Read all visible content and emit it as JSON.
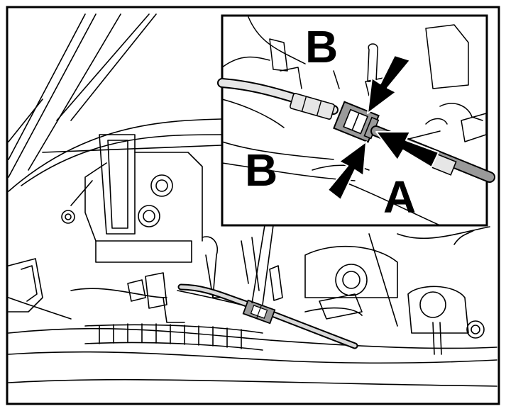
{
  "figure": {
    "callouts": {
      "b_top": "B",
      "b_left": "B",
      "a": "A"
    },
    "colors": {
      "line": "#000000",
      "background": "#ffffff",
      "connector_fill": "#9a9a9a",
      "wire_fill": "#d9d9d9",
      "arrow_fill": "#000000"
    },
    "icons": [
      "connector-icon",
      "arrow-icon"
    ]
  }
}
